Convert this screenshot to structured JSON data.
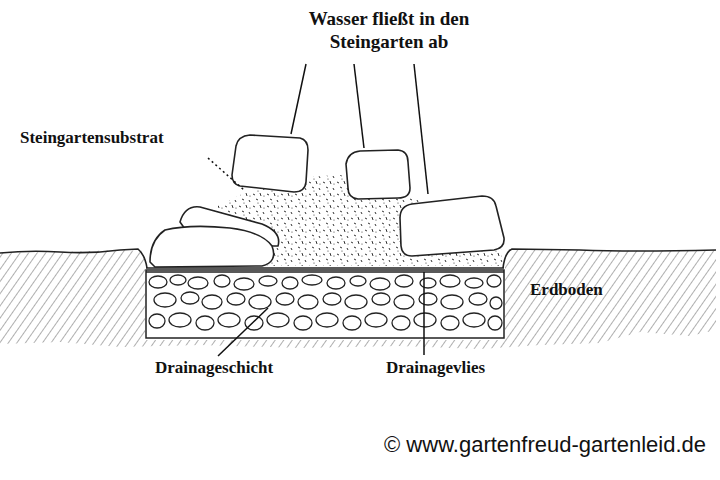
{
  "diagram": {
    "labels": [
      "Wasser fließt in den Steingarten ab",
      "Steingartensubstrat",
      "Erdboden",
      "Drainageschicht",
      "Drainagevlies",
      "© www.gartenfreud-gartenleid.de"
    ]
  }
}
